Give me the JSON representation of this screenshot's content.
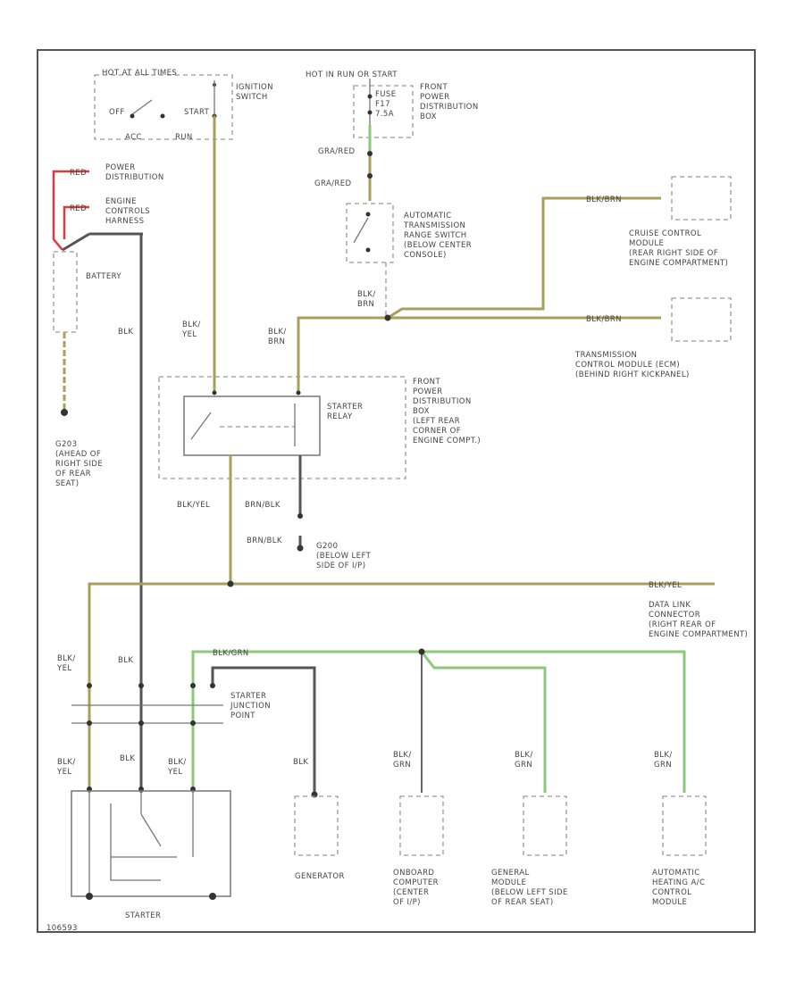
{
  "diagram": {
    "title": "Starting system wiring diagram",
    "figure_id": "106593",
    "colors": {
      "yellow_wire": "#a89f58",
      "black_wire": "#555555",
      "green_wire": "#8cc97a",
      "red_wire": "#e23a3a"
    }
  },
  "labels": {
    "hot_at_all_times": "HOT AT ALL TIMES",
    "ignition_switch": "IGNITION\nSWITCH",
    "off": "OFF",
    "start": "START",
    "acc": "ACC",
    "run": "RUN",
    "hot_in_start": "HOT IN RUN OR START",
    "fuse": "FUSE\nF17\n7.5A",
    "front_pdb_top": "FRONT\nPOWER\nDISTRIBUTION\nBOX",
    "gra_red_1": "GRA/RED",
    "gra_red_2": "GRA/RED",
    "power_distribution": "POWER\nDISTRIBUTION",
    "red_1": "RED",
    "red_2": "RED",
    "engine_controls": "ENGINE\nCONTROLS\nHARNESS",
    "battery": "BATTERY",
    "trans_switch": "AUTOMATIC\nTRANSMISSION\nRANGE SWITCH\n(BELOW CENTER\nCONSOLE)",
    "blk_brn_mid": "BLK/\nBRN",
    "blk_brn_cruise": "BLK/BRN",
    "cruise_module": "CRUISE CONTROL\nMODULE\n(REAR RIGHT SIDE OF\nENGINE COMPARTMENT)",
    "blk_brn_tcm": "BLK/BRN",
    "tcm": "TRANSMISSION\nCONTROL MODULE (ECM)\n(BEHIND RIGHT KICKPANEL)",
    "blk_left": "BLK",
    "blk_yel_top": "BLK/\nYEL",
    "blk_brn_left": "BLK/\nBRN",
    "starter_relay": "STARTER\nRELAY",
    "front_pdb_mid": "FRONT\nPOWER\nDISTRIBUTION\nBOX\n(LEFT REAR\nCORNER OF\nENGINE COMPT.)",
    "g203": "G203\n(AHEAD OF\nRIGHT SIDE\nOF REAR\nSEAT)",
    "blk_yel_mid": "BLK/YEL",
    "brn_blk_1": "BRN/BLK",
    "brn_blk_2": "BRN/BLK",
    "g200": "G200\n(BELOW LEFT\nSIDE OF I/P)",
    "blk_yel_right": "BLK/YEL",
    "data_link": "DATA LINK\nCONNECTOR\n(RIGHT REAR OF\nENGINE COMPARTMENT)",
    "blk_grn_bus": "BLK/GRN",
    "blk_yel_a": "BLK/\nYEL",
    "blk_a": "BLK",
    "starter_junction": "STARTER\nJUNCTION\nPOINT",
    "blk_yel_b": "BLK/\nYEL",
    "blk_b": "BLK",
    "blk_yel_c": "BLK/\nYEL",
    "blk_gen": "BLK",
    "blk_grn_obc": "BLK/\nGRN",
    "blk_grn_gm": "BLK/\nGRN",
    "blk_grn_hvac": "BLK/\nGRN",
    "generator": "GENERATOR",
    "obc": "ONBOARD\nCOMPUTER\n(CENTER\nOF I/P)",
    "gm": "GENERAL\nMODULE\n(BELOW LEFT SIDE\nOF REAR SEAT)",
    "hvac": "AUTOMATIC\nHEATING A/C\nCONTROL\nMODULE",
    "starter": "STARTER"
  }
}
